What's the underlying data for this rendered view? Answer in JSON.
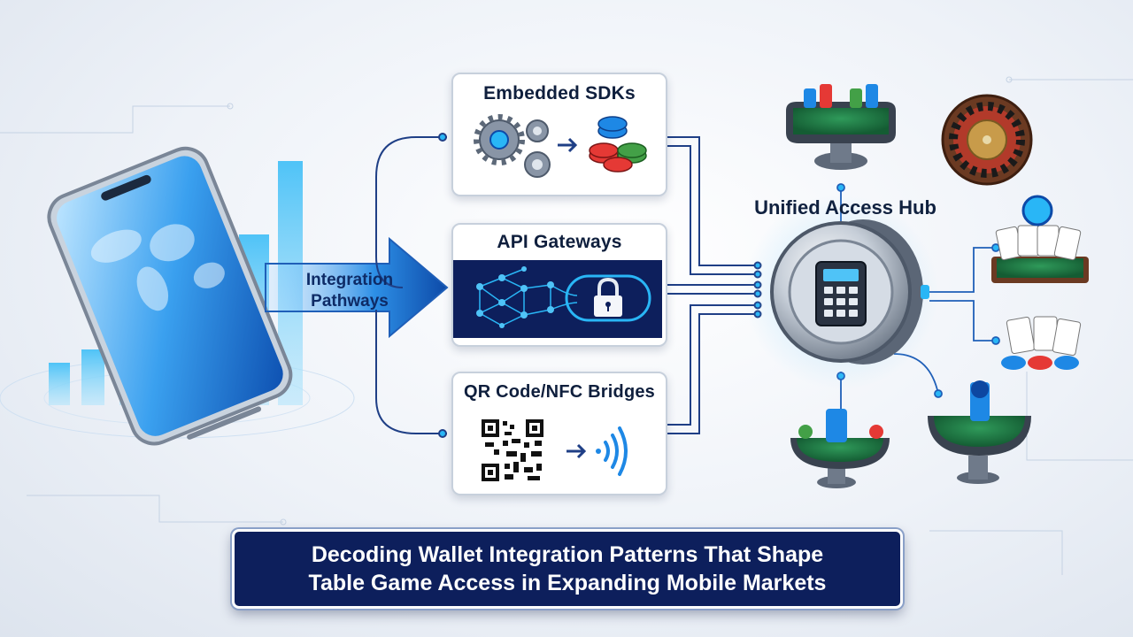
{
  "diagram": {
    "arrow_label": [
      "Integration",
      "Pathways"
    ],
    "pathways": [
      {
        "id": "sdk",
        "label": "Embedded SDKs"
      },
      {
        "id": "api",
        "label": "API Gateways"
      },
      {
        "id": "qr",
        "label": "QR Code/NFC Bridges"
      }
    ],
    "hub_label": "Unified Access Hub",
    "title_lines": [
      "Decoding Wallet Integration Patterns That Shape",
      "Table Game Access in Expanding Mobile Markets"
    ]
  },
  "colors": {
    "navy": "#0d1f5c",
    "accent_blue": "#1e88e5",
    "light_blue": "#4fc3f7",
    "felt_green": "#1f7a45",
    "line_navy": "#1f3f86"
  },
  "icons": [
    "smartphone-icon",
    "bar-chart-icon",
    "gear-icon",
    "chip-stack-icon",
    "network-icon",
    "padlock-icon",
    "qr-code-icon",
    "nfc-waves-icon",
    "vault-icon",
    "keypad-icon",
    "poker-table-icon",
    "roulette-wheel-icon",
    "playing-cards-icon",
    "blackjack-table-icon"
  ]
}
